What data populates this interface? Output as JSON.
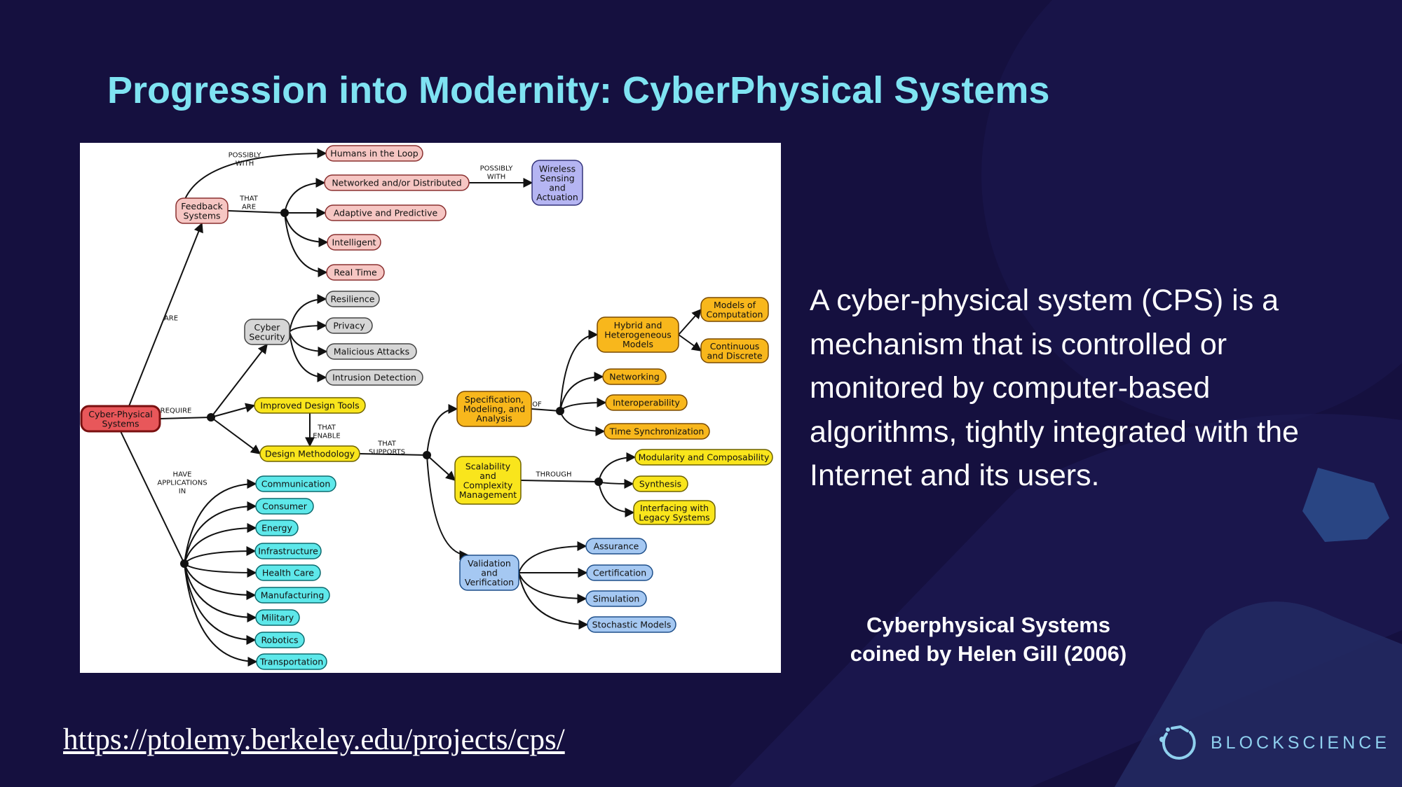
{
  "slide": {
    "title": "Progression into Modernity: CyberPhysical Systems",
    "description": "A cyber-physical system (CPS) is a mechanism that is controlled or monitored by computer-based algorithms, tightly integrated with the Internet and its users.",
    "caption_line1": "Cyberphysical Systems",
    "caption_line2": "coined by Helen Gill (2006)",
    "link": "https://ptolemy.berkeley.edu/projects/cps/",
    "brand": "BLOCKSCIENCE"
  },
  "colors": {
    "background": "#15103f",
    "title": "#7fe3f2",
    "pink": "#f6c6c3",
    "red": "#e8575a",
    "gray": "#d6d6d6",
    "yellow": "#f9e51c",
    "orange": "#f8b71c",
    "cyan": "#5ee8ea",
    "blue": "#a5c8f2",
    "lavender": "#b5b5f2",
    "brand": "#8fd0ee"
  },
  "diagram": {
    "nodes": [
      {
        "id": "cps",
        "lines": [
          "Cyber-Physical",
          "Systems"
        ],
        "color": "red"
      },
      {
        "id": "feedback",
        "lines": [
          "Feedback",
          "Systems"
        ],
        "color": "pink"
      },
      {
        "id": "humans",
        "lines": [
          "Humans in the Loop"
        ],
        "color": "pink"
      },
      {
        "id": "networked",
        "lines": [
          "Networked and/or Distributed"
        ],
        "color": "pink"
      },
      {
        "id": "adaptive",
        "lines": [
          "Adaptive and Predictive"
        ],
        "color": "pink"
      },
      {
        "id": "intelligent",
        "lines": [
          "Intelligent"
        ],
        "color": "pink"
      },
      {
        "id": "realtime",
        "lines": [
          "Real Time"
        ],
        "color": "pink"
      },
      {
        "id": "wireless",
        "lines": [
          "Wireless",
          "Sensing",
          "and",
          "Actuation"
        ],
        "color": "lavender"
      },
      {
        "id": "cybersec",
        "lines": [
          "Cyber",
          "Security"
        ],
        "color": "gray"
      },
      {
        "id": "resilience",
        "lines": [
          "Resilience"
        ],
        "color": "gray"
      },
      {
        "id": "privacy",
        "lines": [
          "Privacy"
        ],
        "color": "gray"
      },
      {
        "id": "malicious",
        "lines": [
          "Malicious Attacks"
        ],
        "color": "gray"
      },
      {
        "id": "intrusion",
        "lines": [
          "Intrusion Detection"
        ],
        "color": "gray"
      },
      {
        "id": "tools",
        "lines": [
          "Improved Design Tools"
        ],
        "color": "yellow"
      },
      {
        "id": "methodology",
        "lines": [
          "Design Methodology"
        ],
        "color": "yellow"
      },
      {
        "id": "spec",
        "lines": [
          "Specification,",
          "Modeling, and",
          "Analysis"
        ],
        "color": "orange"
      },
      {
        "id": "hybrid",
        "lines": [
          "Hybrid and",
          "Heterogeneous",
          "Models"
        ],
        "color": "orange"
      },
      {
        "id": "models",
        "lines": [
          "Models of",
          "Computation"
        ],
        "color": "orange"
      },
      {
        "id": "continuous",
        "lines": [
          "Continuous",
          "and Discrete"
        ],
        "color": "orange"
      },
      {
        "id": "networking",
        "lines": [
          "Networking"
        ],
        "color": "orange"
      },
      {
        "id": "interop",
        "lines": [
          "Interoperability"
        ],
        "color": "orange"
      },
      {
        "id": "timesync",
        "lines": [
          "Time Synchronization"
        ],
        "color": "orange"
      },
      {
        "id": "scalability",
        "lines": [
          "Scalability",
          "and",
          "Complexity",
          "Management"
        ],
        "color": "yellow"
      },
      {
        "id": "modularity",
        "lines": [
          "Modularity and Composability"
        ],
        "color": "yellow"
      },
      {
        "id": "synthesis",
        "lines": [
          "Synthesis"
        ],
        "color": "yellow"
      },
      {
        "id": "legacy",
        "lines": [
          "Interfacing with",
          "Legacy Systems"
        ],
        "color": "yellow"
      },
      {
        "id": "validation",
        "lines": [
          "Validation",
          "and",
          "Verification"
        ],
        "color": "blue"
      },
      {
        "id": "assurance",
        "lines": [
          "Assurance"
        ],
        "color": "blue"
      },
      {
        "id": "certification",
        "lines": [
          "Certification"
        ],
        "color": "blue"
      },
      {
        "id": "simulation",
        "lines": [
          "Simulation"
        ],
        "color": "blue"
      },
      {
        "id": "stochastic",
        "lines": [
          "Stochastic Models"
        ],
        "color": "blue"
      },
      {
        "id": "communication",
        "lines": [
          "Communication"
        ],
        "color": "cyan"
      },
      {
        "id": "consumer",
        "lines": [
          "Consumer"
        ],
        "color": "cyan"
      },
      {
        "id": "energy",
        "lines": [
          "Energy"
        ],
        "color": "cyan"
      },
      {
        "id": "infrastructure",
        "lines": [
          "Infrastructure"
        ],
        "color": "cyan"
      },
      {
        "id": "healthcare",
        "lines": [
          "Health Care"
        ],
        "color": "cyan"
      },
      {
        "id": "manufacturing",
        "lines": [
          "Manufacturing"
        ],
        "color": "cyan"
      },
      {
        "id": "military",
        "lines": [
          "Military"
        ],
        "color": "cyan"
      },
      {
        "id": "robotics",
        "lines": [
          "Robotics"
        ],
        "color": "cyan"
      },
      {
        "id": "transportation",
        "lines": [
          "Transportation"
        ],
        "color": "cyan"
      }
    ],
    "edge_labels": [
      {
        "id": "possibly-with-1",
        "lines": [
          "POSSIBLY",
          "WITH"
        ]
      },
      {
        "id": "that-are",
        "lines": [
          "THAT",
          "ARE"
        ]
      },
      {
        "id": "possibly-with-2",
        "lines": [
          "POSSIBLY",
          "WITH"
        ]
      },
      {
        "id": "are",
        "lines": [
          "ARE"
        ]
      },
      {
        "id": "require",
        "lines": [
          "REQUIRE"
        ]
      },
      {
        "id": "that-enable",
        "lines": [
          "THAT",
          "ENABLE"
        ]
      },
      {
        "id": "that-supports",
        "lines": [
          "THAT",
          "SUPPORTS"
        ]
      },
      {
        "id": "of",
        "lines": [
          "OF"
        ]
      },
      {
        "id": "through",
        "lines": [
          "THROUGH"
        ]
      },
      {
        "id": "have-applications-in",
        "lines": [
          "HAVE",
          "APPLICATIONS",
          "IN"
        ]
      }
    ]
  }
}
